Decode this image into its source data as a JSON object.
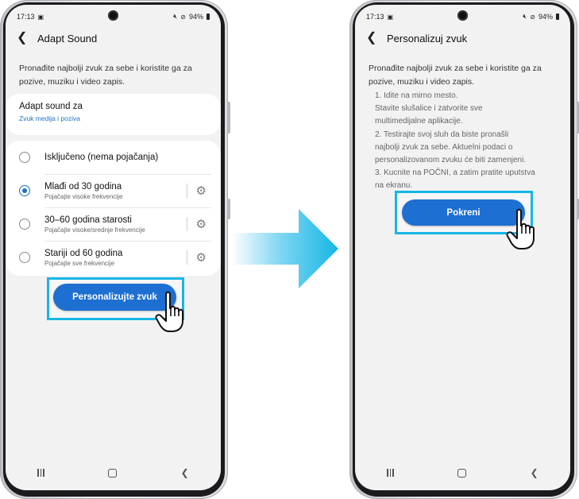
{
  "left_phone": {
    "status": {
      "time": "17:13",
      "battery": "94%"
    },
    "title": "Adapt Sound",
    "intro": "Pronađite najbolji zvuk za sebe i koristite ga za pozive, muziku i video zapis.",
    "adapt_card": {
      "title": "Adapt sound za",
      "subtitle": "Zvuk medija i poziva"
    },
    "options": [
      {
        "label": "Isključeno (nema pojačanja)",
        "sub": "",
        "selected": false,
        "has_gear": false
      },
      {
        "label": "Mlađi od 30 godina",
        "sub": "Pojačajte visoke frekvencije",
        "selected": true,
        "has_gear": true
      },
      {
        "label": "30–60 godina starosti",
        "sub": "Pojačajte visoke/srednje frekvencije",
        "selected": false,
        "has_gear": true
      },
      {
        "label": "Stariji od 60 godina",
        "sub": "Pojačajte sve frekvencije",
        "selected": false,
        "has_gear": true
      }
    ],
    "button": "Personalizujte zvuk"
  },
  "right_phone": {
    "status": {
      "time": "17:13",
      "battery": "94%"
    },
    "title": "Personalizuj zvuk",
    "intro": "Pronađite najbolji zvuk za sebe i koristite ga za pozive, muziku i video zapis.",
    "steps": [
      "1. Idite na mirno mesto.",
      "Stavite slušalice i zatvorite sve",
      "multimedijalne aplikacije.",
      "2. Testirajte svoj sluh da biste pronašli",
      "najbolji zvuk za sebe. Aktuelni podaci o",
      "personalizovanom zvuku će biti zamenjeni.",
      "3. Kucnite na POČNI, a zatim pratite uputstva",
      "na ekranu."
    ],
    "button": "Pokreni"
  },
  "colors": {
    "accent": "#1d6fd1",
    "highlight": "#16b6e6",
    "link": "#1a73c9",
    "screen_bg": "#f2f2f2"
  },
  "icons": [
    "back-arrow-icon",
    "gear-icon",
    "radio-icon",
    "hand-pointer-icon",
    "right-arrow-icon",
    "recents-icon",
    "home-icon",
    "back-icon"
  ]
}
